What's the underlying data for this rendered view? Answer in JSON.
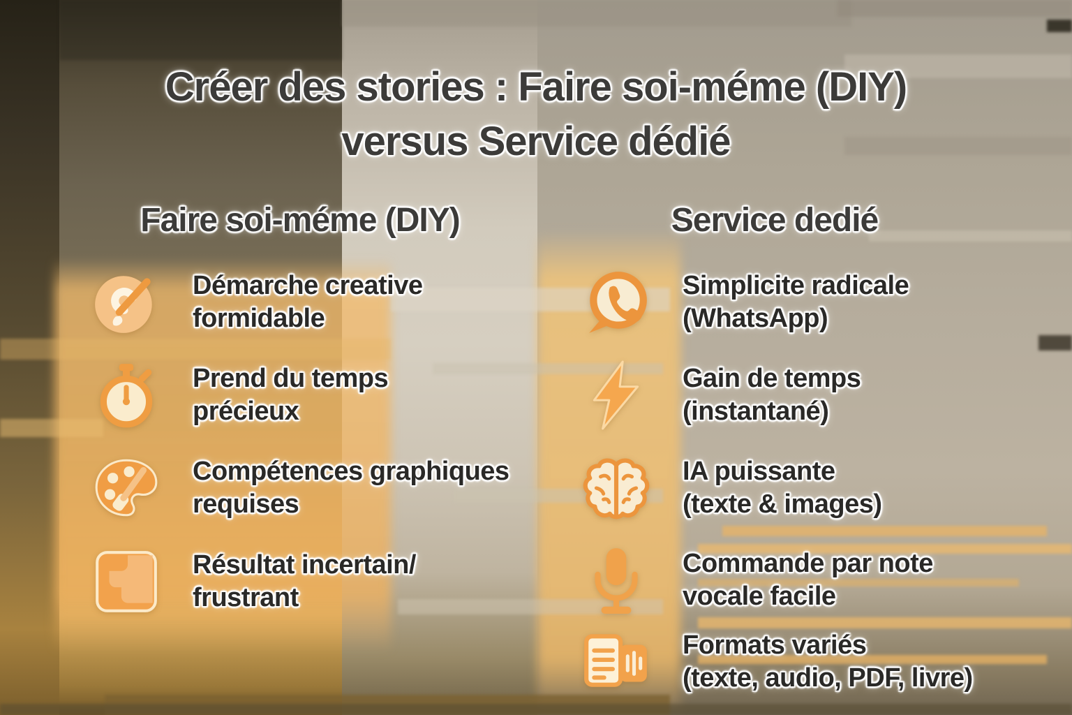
{
  "title": "Créer des stories : Faire soi-méme (DIY)\nversus Service dédié",
  "colors": {
    "accent_orange": "#ee9a40",
    "icon_cream": "#f9ecd2",
    "text_dark": "#2a2927",
    "background_gold": "#d8ab5e",
    "background_tan": "#b6ad9d"
  },
  "columns": [
    {
      "header": "Faire soi-méme (DIY)",
      "items": [
        {
          "icon": "paint-brush-icon",
          "text": "Démarche creative\nformidable"
        },
        {
          "icon": "stopwatch-icon",
          "text": "Prend du temps\nprécieux"
        },
        {
          "icon": "palette-icon",
          "text": "Compétences graphiques\nrequises"
        },
        {
          "icon": "puzzle-icon",
          "text": "Résultat incertain/\nfrustrant"
        }
      ]
    },
    {
      "header": "Service dedié",
      "items": [
        {
          "icon": "whatsapp-icon",
          "text": "Simplicite radicale\n(WhatsApp)"
        },
        {
          "icon": "lightning-icon",
          "text": "Gain de temps\n(instantané)"
        },
        {
          "icon": "brain-icon",
          "text": "IA puissante\n(texte & images)"
        },
        {
          "icon": "microphone-icon",
          "text": "Commande par note\nvocale facile"
        },
        {
          "icon": "documents-icon",
          "text": "Formats variés\n(texte, audio, PDF, livre)"
        }
      ]
    }
  ]
}
